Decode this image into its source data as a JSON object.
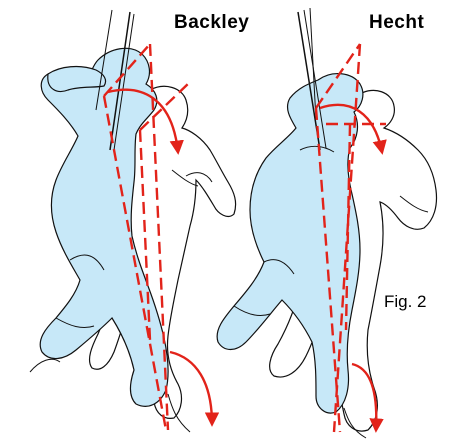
{
  "labels": {
    "left": "Backley",
    "right": "Hecht",
    "figure": "Fig. 2"
  },
  "colors": {
    "body_fill": "#c7e8f8",
    "outline": "#111111",
    "axis": "#e2231a",
    "background": "#ffffff"
  }
}
